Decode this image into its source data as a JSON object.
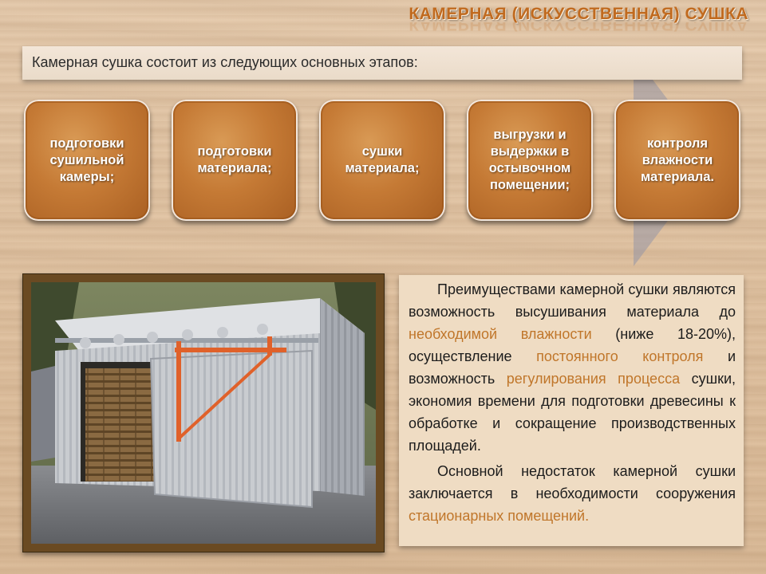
{
  "title": "Камерная (искусственная) сушка",
  "intro": "Камерная сушка состоит из следующих основных этапов:",
  "steps": [
    {
      "label": "подготовки\nсушильной\nкамеры;"
    },
    {
      "label": "подготовки\nматериала;"
    },
    {
      "label": "сушки\nматериала;"
    },
    {
      "label": "выгрузки и\nвыдержки в\nостывочном\nпомещении;"
    },
    {
      "label": "контроля\nвлажности\nматериала."
    }
  ],
  "advantages": {
    "part1": "Преимуществами камерной сушки являются возможность высушивания материала до ",
    "hl1": "необходимой влажности",
    "part2": " (ниже 18-20%), осуществление ",
    "hl2": "постоянного контроля",
    "part3": " и возможность ",
    "hl3": "регулирования процесса",
    "part4": " сушки, экономия времени для подготовки древесины к обработке и сокращение производственных площадей."
  },
  "disadvantage": {
    "part1": "Основной недостаток камерной сушки заключается в необходимости сооружения ",
    "hl1": "стационарных помещений."
  },
  "colors": {
    "accent_orange": "#c0762a",
    "step_fill": "#c57a35",
    "title": "#c06a1f"
  }
}
